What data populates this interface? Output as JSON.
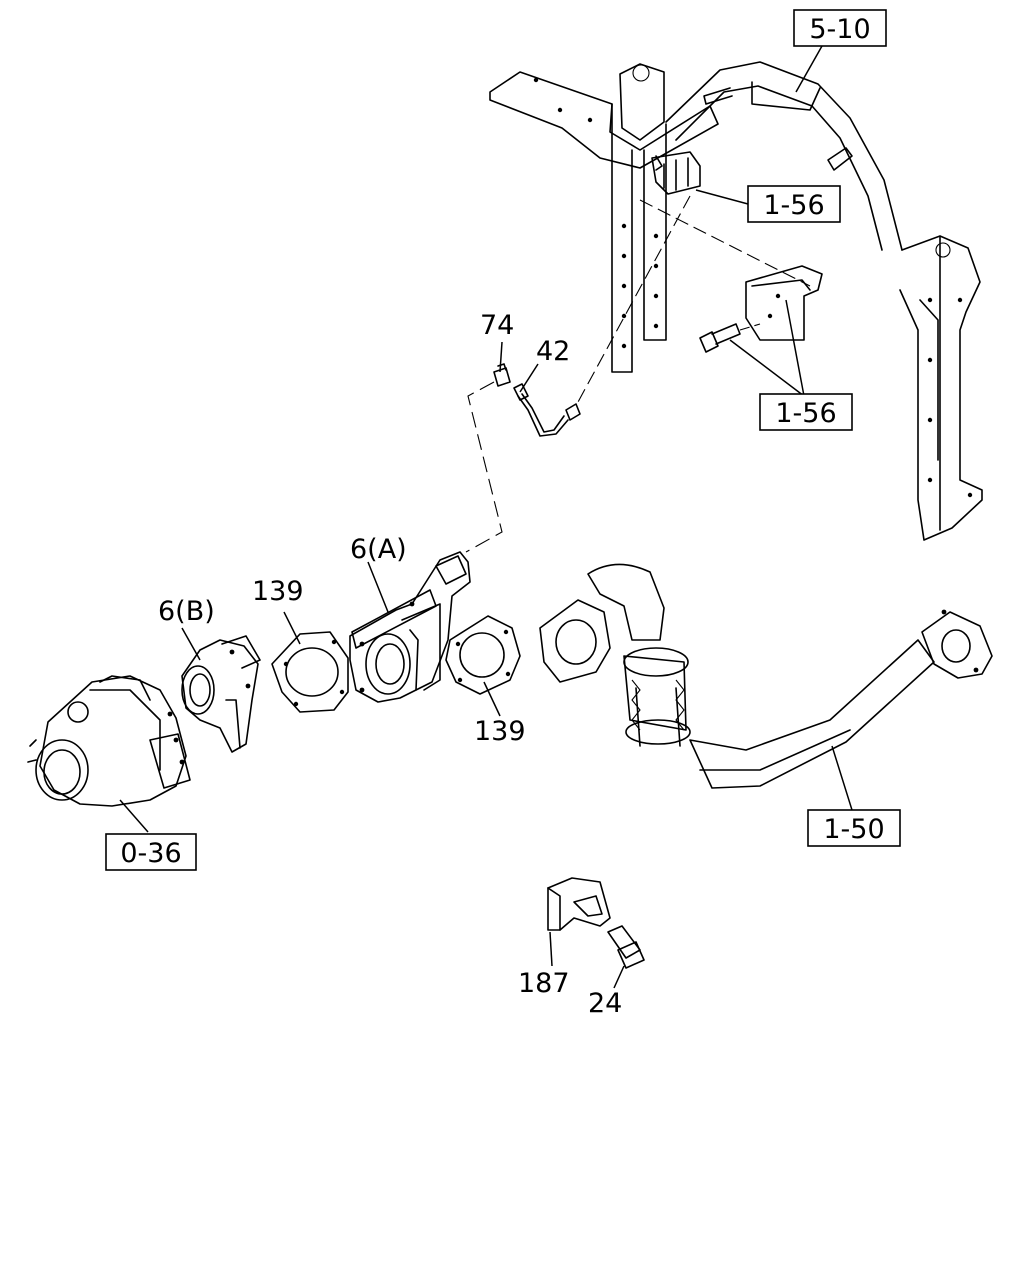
{
  "callouts": {
    "ref_5_10": "5-10",
    "ref_1_56_upper": "1-56",
    "ref_1_56_lower": "1-56",
    "part_74": "74",
    "part_42": "42",
    "part_6a": "6(A)",
    "part_6b": "6(B)",
    "part_139_left": "139",
    "part_139_right": "139",
    "ref_0_36": "0-36",
    "ref_1_50": "1-50",
    "part_187": "187",
    "part_24": "24"
  }
}
